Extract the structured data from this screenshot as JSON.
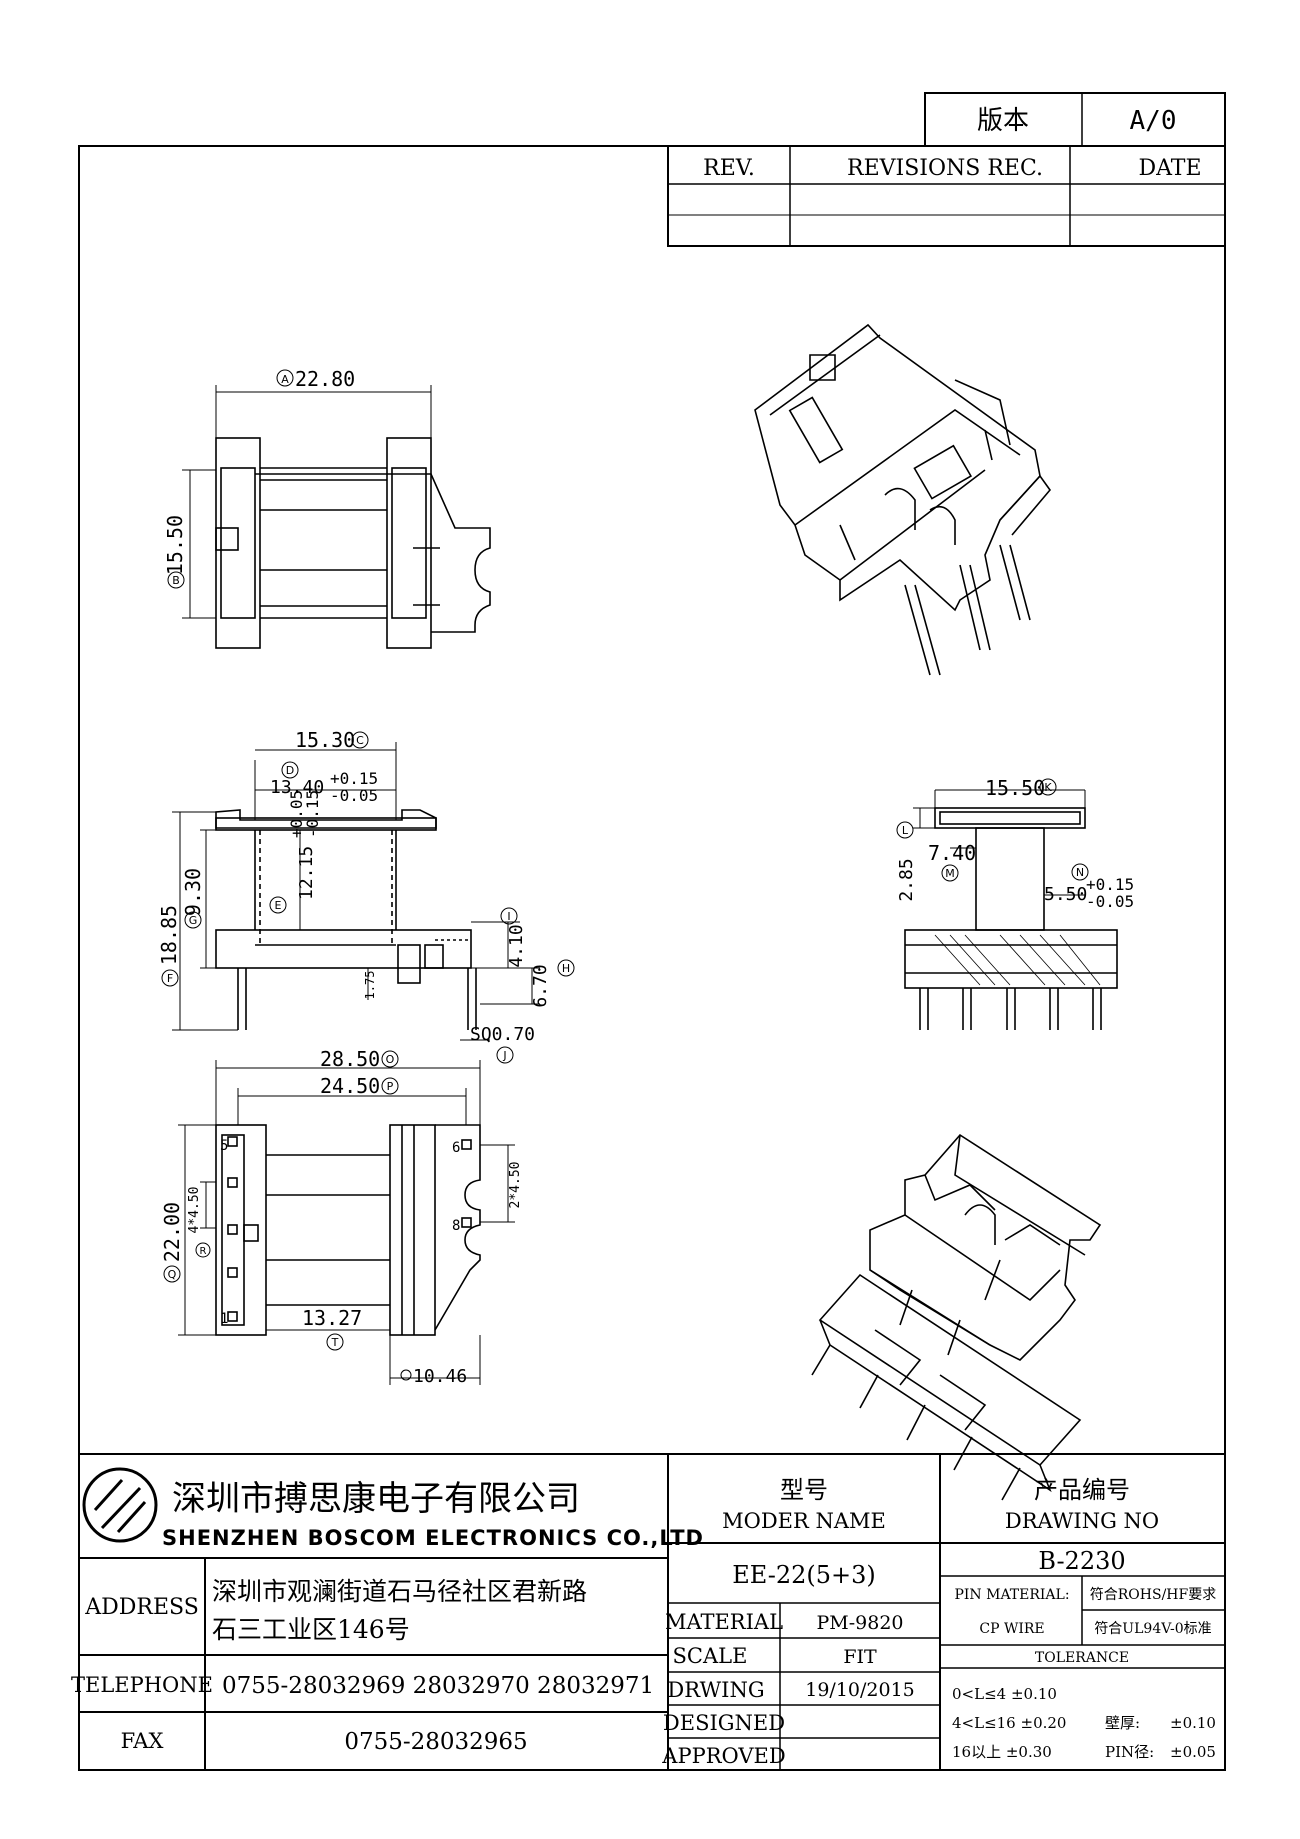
{
  "version": {
    "label": "版本",
    "value": "A/0"
  },
  "revisions": {
    "rev_header": "REV.",
    "rec_header": "REVISIONS REC.",
    "date_header": "DATE"
  },
  "top_view": {
    "dim_a": "22.80",
    "dim_a_tag": "A",
    "dim_b": "15.50",
    "dim_b_tag": "B"
  },
  "front_view": {
    "dim_c": "15.30",
    "dim_c_tag": "C",
    "dim_d": "13.40",
    "dim_d_tol_plus": "+0.15",
    "dim_d_tol_minus": "-0.05",
    "dim_d_tag": "D",
    "dim_e": "12.15",
    "dim_e_tol_plus": "+0.05",
    "dim_e_tol_minus": "-0.15",
    "dim_e_tag": "E",
    "dim_f": "18.85",
    "dim_f_tag": "F",
    "dim_g": "9.30",
    "dim_g_tag": "G",
    "dim_h": "6.70",
    "dim_h_tag": "H",
    "dim_i": "4.10",
    "dim_i_tag": "I",
    "dim_j": "SQ0.70",
    "dim_j_tag": "J",
    "dim_small": "1.75"
  },
  "side_view": {
    "dim_k": "15.50",
    "dim_k_tag": "K",
    "dim_l": "2.85",
    "dim_l_tag": "L",
    "dim_m": "7.40",
    "dim_m_tag": "M",
    "dim_n": "5.50",
    "dim_n_tol_plus": "+0.15",
    "dim_n_tol_minus": "-0.05",
    "dim_n_tag": "N"
  },
  "bottom_view": {
    "dim_o": "28.50",
    "dim_o_tag": "O",
    "dim_p": "24.50",
    "dim_p_tag": "P",
    "dim_q": "22.00",
    "dim_q_tag": "Q",
    "dim_r": "4*4.50",
    "dim_r_tag": "R",
    "dim_s": "2*4.50",
    "dim_t": "13.27",
    "dim_t_tag": "T",
    "dim_u": "10.46",
    "pin_1": "1",
    "pin_5": "5",
    "pin_6": "6",
    "pin_8": "8"
  },
  "company": {
    "name_cn": "深圳市搏思康电子有限公司",
    "name_en": "SHENZHEN BOSCOM ELECTRONICS CO.,LTD",
    "address_label": "ADDRESS",
    "address_line1": "深圳市观澜街道石马径社区君新路",
    "address_line2": "石三工业区146号",
    "telephone_label": "TELEPHONE",
    "telephone": "0755-28032969 28032970 28032971",
    "fax_label": "FAX",
    "fax": "0755-28032965"
  },
  "model": {
    "label_cn": "型号",
    "label_en": "MODER NAME",
    "value": "EE-22(5+3)"
  },
  "drawing_no": {
    "label_cn": "产品编号",
    "label_en": "DRAWING NO",
    "value": "B-2230"
  },
  "specs": {
    "material_label": "MATERIAL",
    "material": "PM-9820",
    "scale_label": "SCALE",
    "scale": "FIT",
    "drawing_label": "DRWING",
    "drawing_date": "19/10/2015",
    "designed_label": "DESIGNED",
    "approved_label": "APPROVED"
  },
  "pin": {
    "pin_material_label": "PIN MATERIAL:",
    "pin_material": "符合ROHS/HF要求",
    "cp_wire_label": "CP WIRE",
    "cp_wire": "符合UL94V-0标准"
  },
  "tolerance": {
    "title": "TOLERANCE",
    "row1": "0<L≤4  ±0.10",
    "row2": "4<L≤16  ±0.20",
    "row3": "16以上    ±0.30",
    "wall_label": "壁厚:",
    "wall": "±0.10",
    "pin_dia_label": "PIN径:",
    "pin_dia": "±0.05"
  }
}
